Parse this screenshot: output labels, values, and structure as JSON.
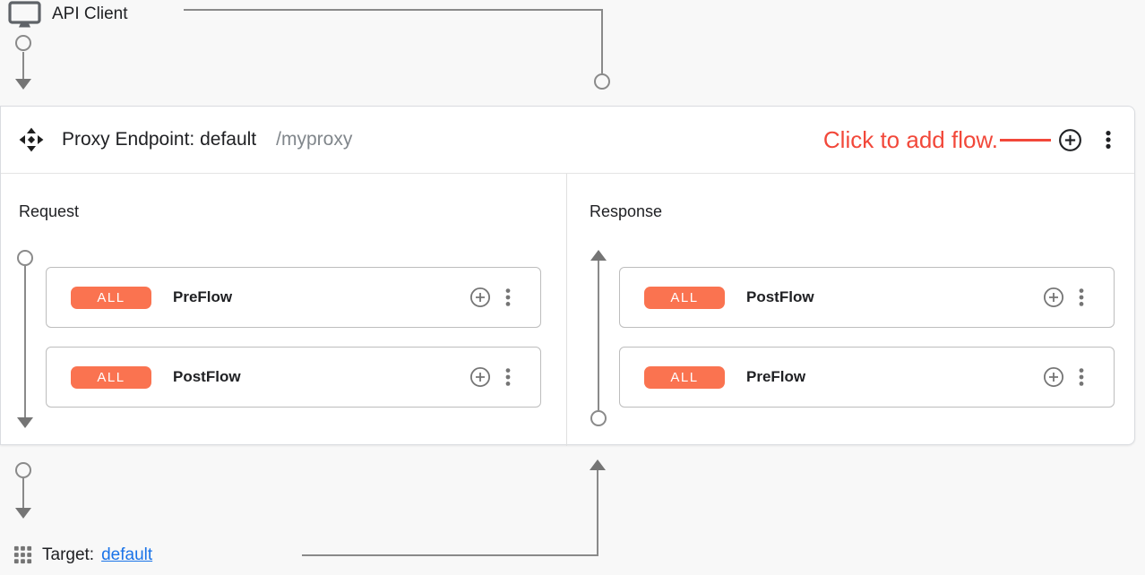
{
  "colors": {
    "accent_orange": "#fa7350",
    "annotation_red": "#f2483a",
    "link_blue": "#1a73e8",
    "connector_gray": "#8a8a8a"
  },
  "api_client": {
    "label": "API Client"
  },
  "proxy_endpoint": {
    "title": "Proxy Endpoint: default",
    "base_path": "/myproxy",
    "annotation": {
      "text": "Click to add flow."
    },
    "request": {
      "label": "Request",
      "flows": [
        {
          "condition": "ALL",
          "name": "PreFlow"
        },
        {
          "condition": "ALL",
          "name": "PostFlow"
        }
      ]
    },
    "response": {
      "label": "Response",
      "flows": [
        {
          "condition": "ALL",
          "name": "PostFlow"
        },
        {
          "condition": "ALL",
          "name": "PreFlow"
        }
      ]
    }
  },
  "target": {
    "label": "Target:",
    "link_text": "default"
  }
}
